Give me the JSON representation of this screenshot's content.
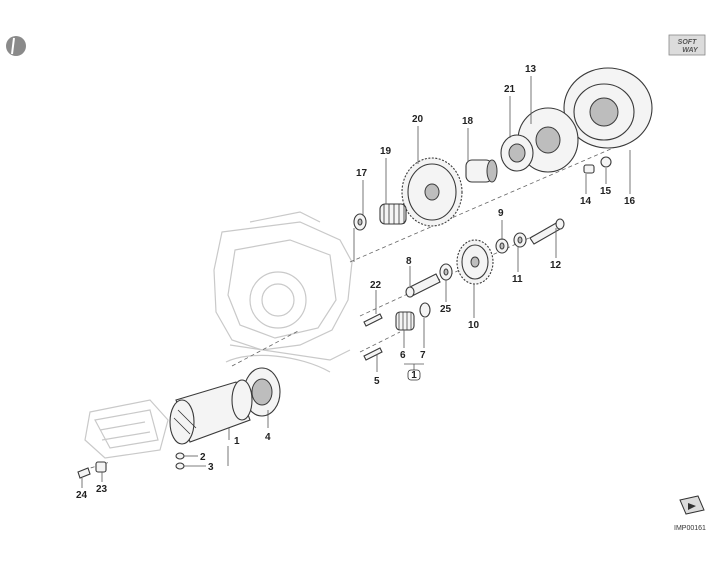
{
  "brand": {
    "line1": "SOFT",
    "line2": "WAY"
  },
  "image_ref": "IMP00161",
  "group_badge": "1",
  "callouts": [
    "1",
    "2",
    "3",
    "4",
    "5",
    "6",
    "7",
    "8",
    "9",
    "10",
    "11",
    "12",
    "13",
    "14",
    "15",
    "16",
    "17",
    "18",
    "19",
    "20",
    "21",
    "22",
    "23",
    "24",
    "25"
  ]
}
